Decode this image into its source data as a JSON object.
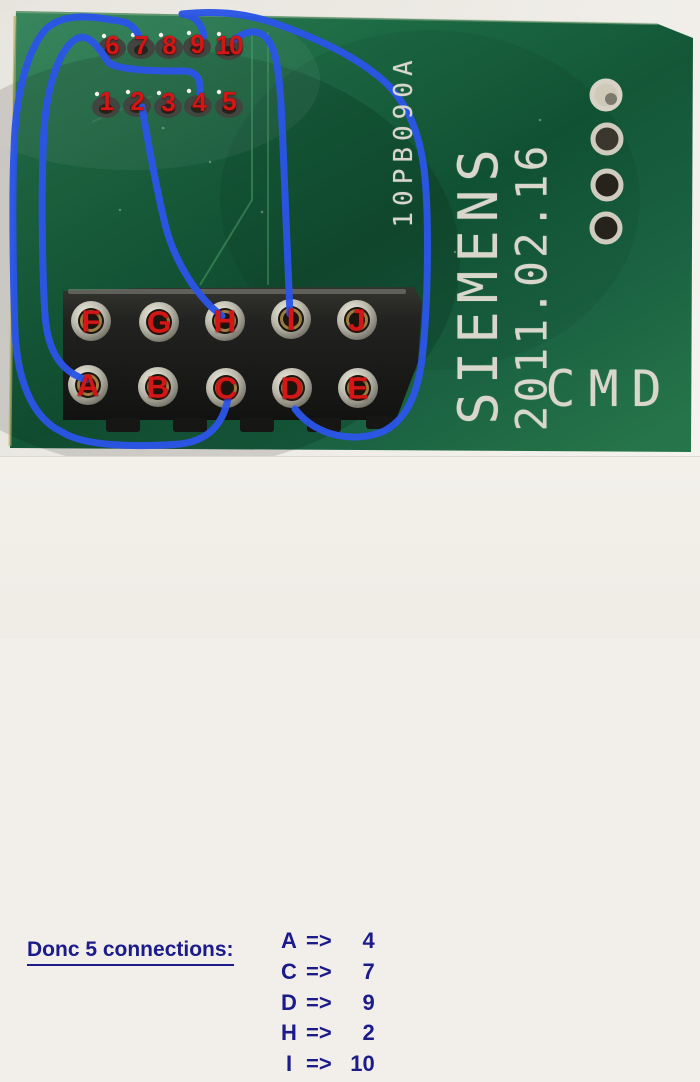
{
  "board": {
    "silkscreen": {
      "part_number": "10PB090A",
      "brand": "SIEMENS",
      "date": "2011.02.16",
      "code": "CMD"
    },
    "top_pad_numbers": [
      "6",
      "7",
      "8",
      "9",
      "10"
    ],
    "bottom_pad_numbers": [
      "1",
      "2",
      "3",
      "4",
      "5"
    ],
    "connector": {
      "top_row_letters": [
        "F",
        "G",
        "H",
        "I",
        "J"
      ],
      "bottom_row_letters": [
        "A",
        "B",
        "C",
        "D",
        "E"
      ]
    },
    "colors": {
      "pcb_green": "#17613f",
      "wire_blue": "#2b55e8",
      "label_red": "#d31616",
      "silk_white": "#d9d6cb"
    }
  },
  "caption": {
    "title": "Donc 5 connections:",
    "arrow": "=>",
    "text_color": "#1b1b8a",
    "connections": [
      {
        "pin": "A",
        "pad": "4"
      },
      {
        "pin": "C",
        "pad": "7"
      },
      {
        "pin": "D",
        "pad": "9"
      },
      {
        "pin": "H",
        "pad": "2"
      },
      {
        "pin": "I",
        "pad": "10"
      }
    ]
  }
}
